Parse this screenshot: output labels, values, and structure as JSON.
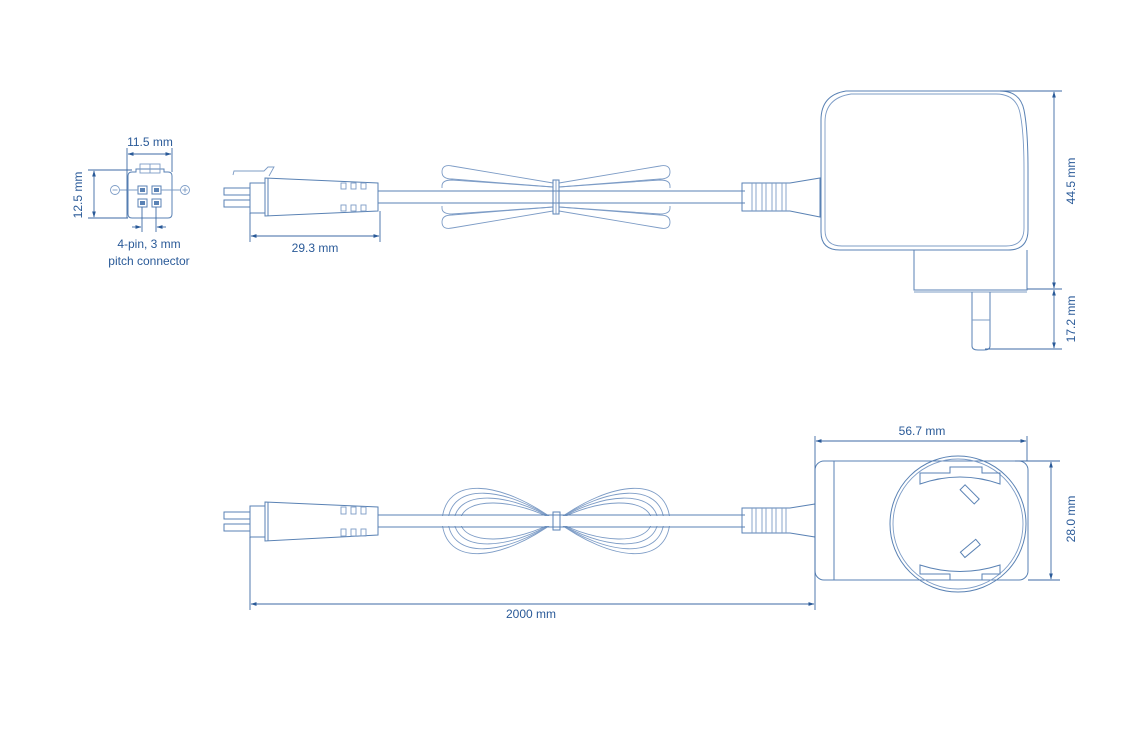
{
  "diagram": {
    "subject": "Wall plug power adapter with cable and 4-pin connector",
    "colors": {
      "line": "#5a82b4",
      "dimension": "#3d6aa6",
      "text": "#2a5a98",
      "background": "#ffffff"
    },
    "connector_detail": {
      "width_label": "11.5 mm",
      "height_label": "12.5 mm",
      "description_line1": "4-pin, 3 mm",
      "description_line2": "pitch connector",
      "minus_symbol": "⊖",
      "plus_symbol": "⊕"
    },
    "side_view": {
      "plug_length_label": "29.3 mm",
      "adapter_height_label": "44.5 mm",
      "prong_length_label": "17.2 mm"
    },
    "top_view": {
      "adapter_width_label": "56.7 mm",
      "adapter_depth_label": "28.0 mm",
      "cable_length_label": "2000 mm"
    }
  }
}
